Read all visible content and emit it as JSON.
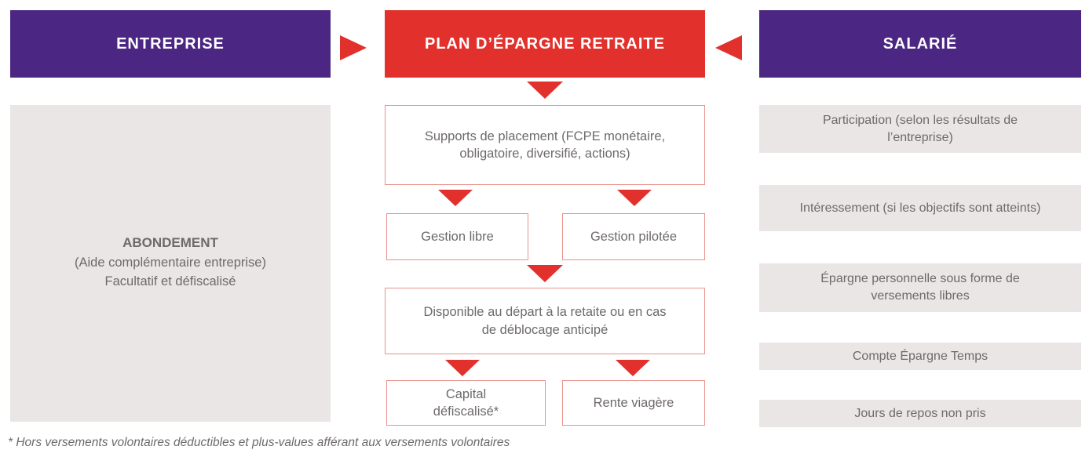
{
  "entreprise": {
    "header": "ENTREPRISE",
    "box": {
      "title": "ABONDEMENT",
      "subtitle": "(Aide complémentaire entreprise)",
      "note": "Facultatif et défiscalisé"
    }
  },
  "plan": {
    "header": "PLAN D’ÉPARGNE RETRAITE",
    "supports": "Supports de placement (FCPE monétaire,\nobligatoire, diversifié, actions)",
    "gestion_libre": "Gestion libre",
    "gestion_pilotee": "Gestion pilotée",
    "disponible": "Disponible au départ à la retaite ou en cas\nde déblocage anticipé",
    "capital": "Capital\ndéfiscalisé*",
    "rente": "Rente viagère"
  },
  "salarie": {
    "header": "SALARIÉ",
    "items": [
      "Participation (selon les résultats de\nl’entreprise)",
      "Intéressement (si les objectifs sont atteints)",
      "Épargne personnelle sous forme de\nversements libres",
      "Compte Épargne Temps",
      "Jours de repos non pris"
    ]
  },
  "footnote": "* Hors versements volontaires déductibles et plus-values afférant aux versements volontaires",
  "colors": {
    "purple": "#4b2682",
    "red": "#e2312d",
    "box_border": "#e9928d",
    "light_gray": "#eae6e5",
    "text_gray": "#6e696b"
  }
}
